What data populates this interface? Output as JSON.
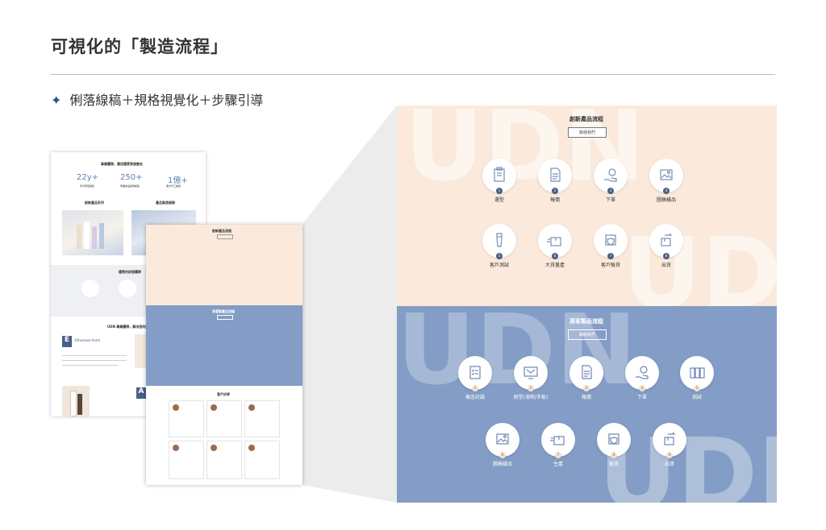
{
  "title": "可視化的「製造流程」",
  "subtitle": "俐落線稿＋規格視覺化＋步驟引導",
  "accent_navy": "#2d4f8e",
  "peach": "#fbeadc",
  "blue": "#839dc6",
  "mini1": {
    "heading": "事業團隊，應用優質資源整合",
    "stats": [
      "22y+",
      "250+",
      "1億+"
    ],
    "stat_captions": [
      "年代研發經驗",
      "專業產品開發經驗",
      "累計代工數量"
    ],
    "col1_title": "創新產品系列",
    "col2_title": "產品製造服務",
    "mid_title": "優質的研發團隊",
    "e_badge": "E",
    "e_text": "Ethereale Hotel",
    "a_badge": "A",
    "brand_title": "UDN 專業團隊，解決您的所有問題"
  },
  "mini2": {
    "flow1_title": "創新產品流程",
    "flow2_title": "高客製產品流程",
    "reviews_title": "客戶好評"
  },
  "panel": {
    "watermark": "UDN",
    "flow1": {
      "title": "創新產品流程",
      "button": "聯絡我們",
      "steps": [
        {
          "n": "1",
          "label": "選型",
          "icon": "clipboard-icon"
        },
        {
          "n": "2",
          "label": "報價",
          "icon": "document-icon"
        },
        {
          "n": "3",
          "label": "下單",
          "icon": "coin-hand-icon"
        },
        {
          "n": "4",
          "label": "圖稿樣品",
          "icon": "image-icon"
        },
        {
          "n": "5",
          "label": "客戶測試",
          "icon": "tube-icon"
        },
        {
          "n": "6",
          "label": "大貨量產",
          "icon": "box-icon"
        },
        {
          "n": "7",
          "label": "客戶驗貨",
          "icon": "shield-box-icon"
        },
        {
          "n": "8",
          "label": "出貨",
          "icon": "shipping-icon"
        }
      ]
    },
    "flow2": {
      "title": "高客製品流程",
      "button": "聯絡我們",
      "steps": [
        {
          "n": "1",
          "label": "概念討論",
          "icon": "checklist-icon"
        },
        {
          "n": "2",
          "label": "原型(溶劑/手板)",
          "icon": "monitor-icon"
        },
        {
          "n": "3",
          "label": "報價",
          "icon": "document-icon"
        },
        {
          "n": "4",
          "label": "下單",
          "icon": "coin-hand-icon"
        },
        {
          "n": "5",
          "label": "測試",
          "icon": "bottles-icon"
        },
        {
          "n": "6",
          "label": "圖稿樣品",
          "icon": "image-icon"
        },
        {
          "n": "7",
          "label": "生產",
          "icon": "box-icon"
        },
        {
          "n": "8",
          "label": "驗貨",
          "icon": "shield-box-icon"
        },
        {
          "n": "9",
          "label": "出貨",
          "icon": "shipping-icon"
        }
      ]
    }
  }
}
